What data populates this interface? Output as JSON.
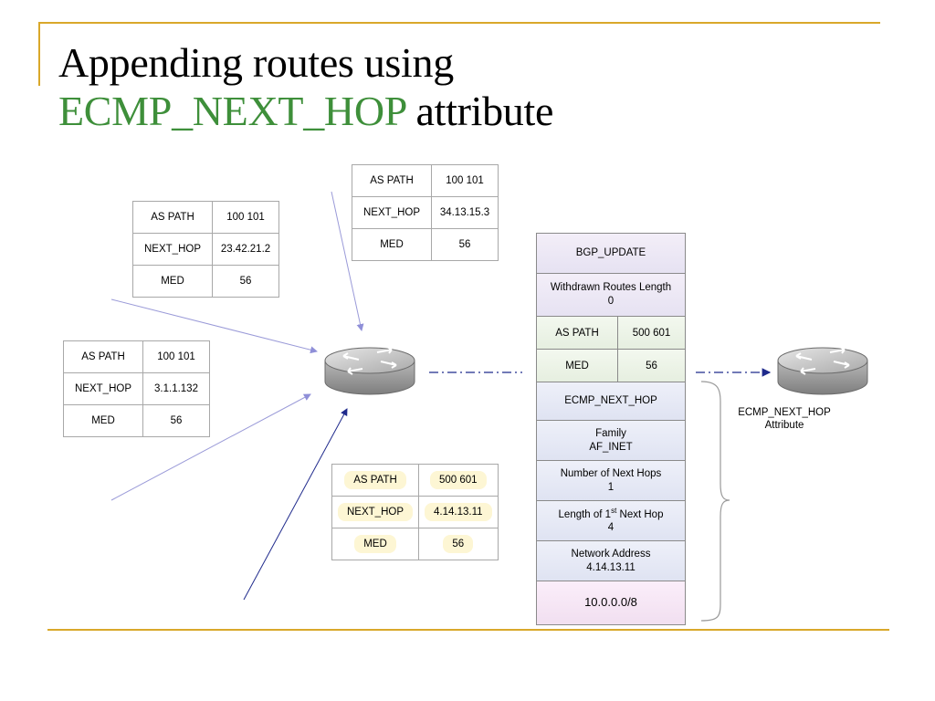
{
  "title": {
    "line1": "Appending routes using",
    "accent": "ECMP_NEXT_HOP",
    "rest": " attribute"
  },
  "tables": [
    {
      "rows": [
        {
          "k": "AS PATH",
          "v": "100  101"
        },
        {
          "k": "NEXT_HOP",
          "v": "23.42.21.2"
        },
        {
          "k": "MED",
          "v": "56"
        }
      ]
    },
    {
      "rows": [
        {
          "k": "AS PATH",
          "v": "100  101"
        },
        {
          "k": "NEXT_HOP",
          "v": "34.13.15.3"
        },
        {
          "k": "MED",
          "v": "56"
        }
      ]
    },
    {
      "rows": [
        {
          "k": "AS PATH",
          "v": "100  101"
        },
        {
          "k": "NEXT_HOP",
          "v": "3.1.1.132"
        },
        {
          "k": "MED",
          "v": "56"
        }
      ]
    },
    {
      "rows": [
        {
          "k": "AS PATH",
          "v": "500  601"
        },
        {
          "k": "NEXT_HOP",
          "v": "4.14.13.11"
        },
        {
          "k": "MED",
          "v": "56"
        }
      ]
    }
  ],
  "update": {
    "header": "BGP_UPDATE",
    "withdrawn_label": "Withdrawn Routes Length",
    "withdrawn_value": "0",
    "as_path": {
      "k": "AS PATH",
      "v": "500 601"
    },
    "med": {
      "k": "MED",
      "v": "56"
    },
    "ecmp_header": "ECMP_NEXT_HOP",
    "family_label": "Family",
    "family_value": "AF_INET",
    "num_hops_label": "Number of Next Hops",
    "num_hops_value": "1",
    "length_label_pre": "Length of 1",
    "length_label_sup": "st",
    "length_label_post": " Next Hop",
    "length_value": "4",
    "address_label": "Network Address",
    "address_value": "4.14.13.11",
    "prefix": "10.0.0.0/8"
  },
  "brace_label": {
    "line1": "ECMP_NEXT_HOP",
    "line2": "Attribute"
  },
  "colors": {
    "accent": "#3e8f3a",
    "rule": "#d9a82a",
    "arrow": "#1f2a8c",
    "feed": "#9a9ad8"
  },
  "icons": {
    "router": "router-icon"
  }
}
